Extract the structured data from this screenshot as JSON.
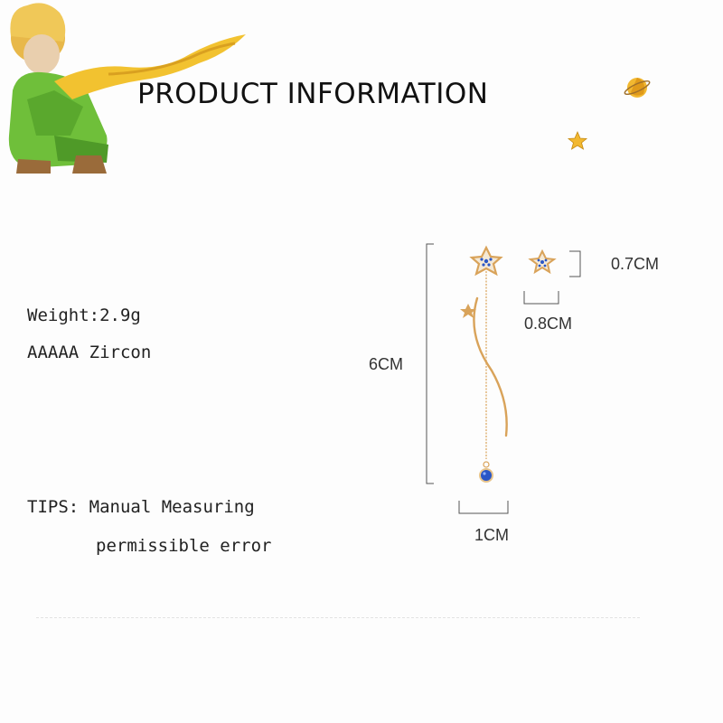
{
  "header": {
    "title": "PRODUCT INFORMATION"
  },
  "specs": {
    "weight": "Weight:2.9g",
    "material": "AAAAA Zircon"
  },
  "tips": {
    "line1": "TIPS: Manual Measuring",
    "line2": "permissible error"
  },
  "dimensions": {
    "length": "6CM",
    "stud_height": "0.7CM",
    "stud_width": "0.8CM",
    "drop_width": "1CM"
  },
  "colors": {
    "gold": "#d9a35a",
    "blue_stone": "#2a56c6",
    "figure_green": "#6fbf3a",
    "scarf_yellow": "#f2c230"
  },
  "icons": {
    "figure": "little-prince-figure-icon",
    "planet": "planet-icon",
    "star": "star-icon"
  }
}
